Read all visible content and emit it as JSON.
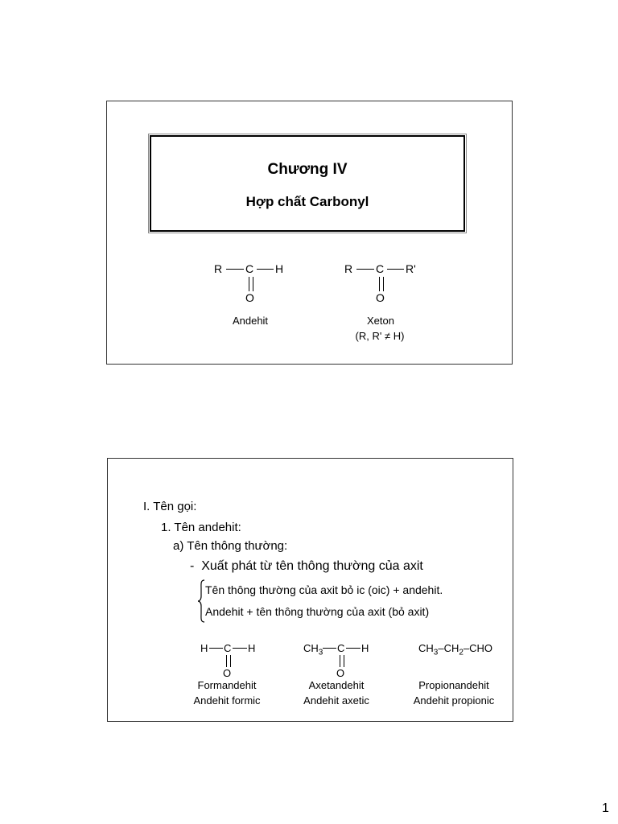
{
  "page": {
    "number": "1"
  },
  "slide1": {
    "title_line1": "Chương IV",
    "title_line2": "Hợp chất Carbonyl",
    "structures": [
      {
        "a": "R",
        "b": "C",
        "c": "H",
        "o": "O",
        "label": "Andehit",
        "note": ""
      },
      {
        "a": "R",
        "b": "C",
        "c": "R'",
        "o": "O",
        "label": "Xeton",
        "note": "(R, R' ≠ H)"
      }
    ]
  },
  "slide2": {
    "lines": [
      "I. Tên gọi:",
      "1. Tên andehit:",
      "a) Tên thông thường:",
      "-  Xuất phát từ tên thông thường của axit"
    ],
    "bracket_lines": [
      "Tên thông thường của axit bỏ ic (oic) + andehit.",
      "Andehit + tên thông thường của axit (bỏ axit)"
    ],
    "structures": [
      {
        "a": "H",
        "a_sub": "",
        "b": "C",
        "c": "H",
        "o": "O",
        "name": "Formandehit",
        "alt": "Andehit formic"
      },
      {
        "a": "CH",
        "a_sub": "3",
        "b": "C",
        "c": "H",
        "o": "O",
        "name": "Axetandehit",
        "alt": "Andehit axetic"
      },
      {
        "f1": "CH",
        "s1": "3",
        "f2": "–CH",
        "s2": "2",
        "f3": "–CHO",
        "name": "Propionandehit",
        "alt": "Andehit propionic"
      }
    ]
  }
}
